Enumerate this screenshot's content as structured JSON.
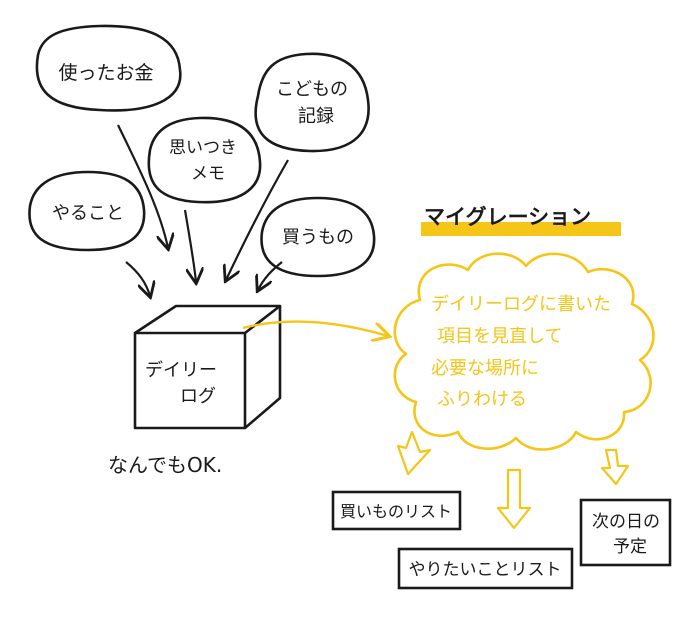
{
  "bubbles": [
    {
      "lines": [
        "使ったお金"
      ]
    },
    {
      "lines": [
        "こどもの",
        "記録"
      ]
    },
    {
      "lines": [
        "思いつき",
        "メモ"
      ]
    },
    {
      "lines": [
        "やること"
      ]
    },
    {
      "lines": [
        "買うもの"
      ]
    }
  ],
  "cube": {
    "lines": [
      "デイリー",
      "ログ"
    ]
  },
  "caption": "なんでもOK.",
  "migration": {
    "title": "マイグレーション",
    "cloud_lines": [
      "デイリーログに書いた",
      "項目を見直して",
      "必要な場所に",
      "ふりわける"
    ],
    "accent_color": "#f5c518"
  },
  "destinations": [
    {
      "lines": [
        "買いものリスト"
      ]
    },
    {
      "lines": [
        "やりたいことリスト"
      ]
    },
    {
      "lines": [
        "次の日の",
        "予定"
      ]
    }
  ]
}
